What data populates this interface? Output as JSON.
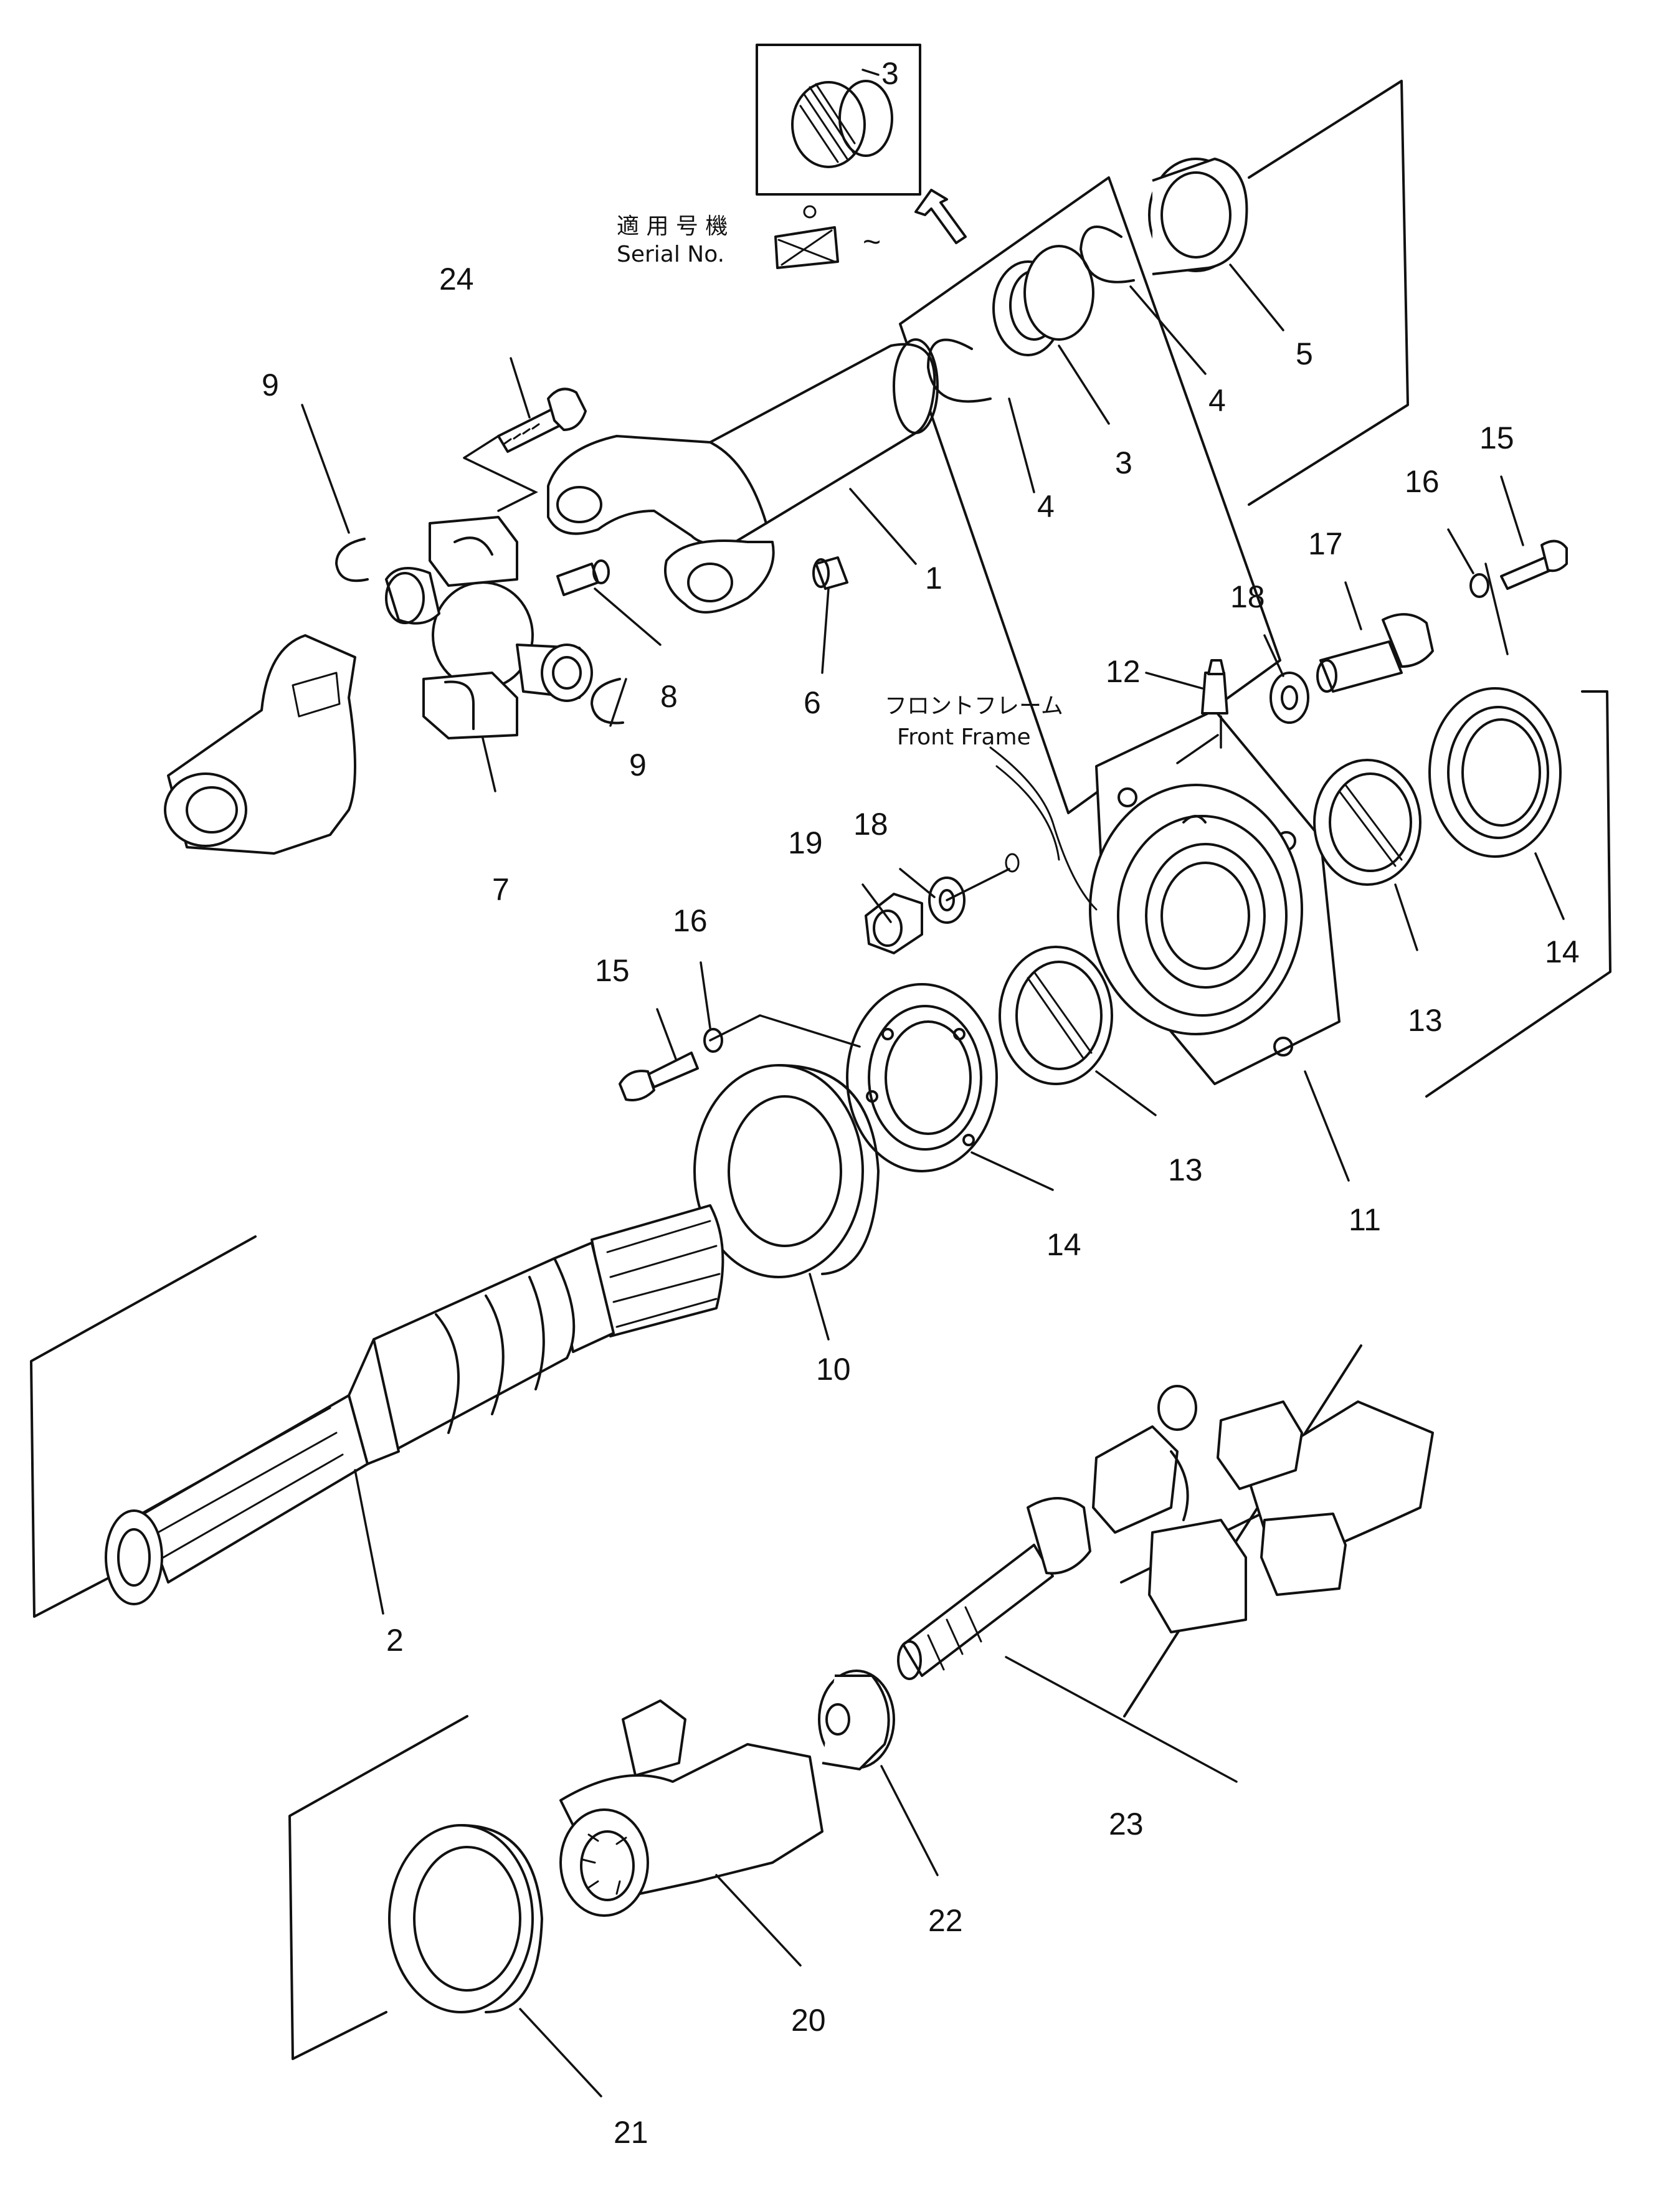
{
  "callouts": {
    "p1": "1",
    "p2": "2",
    "p3": "3",
    "p3b": "3",
    "p4a": "4",
    "p4b": "4",
    "p5": "5",
    "p6": "6",
    "p7": "7",
    "p8": "8",
    "p9a": "9",
    "p9b": "9",
    "p10": "10",
    "p11": "11",
    "p12": "12",
    "p13a": "13",
    "p13b": "13",
    "p14a": "14",
    "p14b": "14",
    "p15a": "15",
    "p15b": "15",
    "p16a": "16",
    "p16b": "16",
    "p17": "17",
    "p18a": "18",
    "p18b": "18",
    "p19": "19",
    "p20": "20",
    "p21": "21",
    "p22": "22",
    "p23": "23",
    "p24": "24"
  },
  "notes": {
    "serial_jp": "適 用 号 機",
    "serial_en": "Serial No.",
    "serial_tilde": "~",
    "front_frame_jp": "フロントフレーム",
    "front_frame_en": "Front Frame"
  }
}
